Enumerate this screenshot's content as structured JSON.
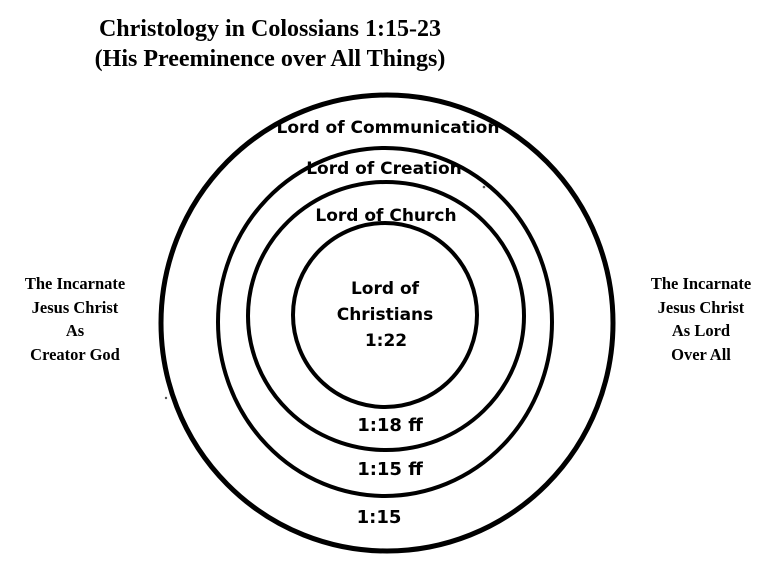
{
  "title": {
    "line1": "Christology in Colossians 1:15-23",
    "line2": "(His Preeminence over All Things)"
  },
  "left_note": {
    "lines": [
      "The Incarnate",
      "Jesus Christ",
      "As",
      "Creator God"
    ]
  },
  "right_note": {
    "lines": [
      "The Incarnate",
      "Jesus Christ",
      "As Lord",
      "Over All"
    ]
  },
  "rings": {
    "outer": {
      "label": "Lord of Communication",
      "reference": "1:15"
    },
    "second": {
      "label": "Lord of Creation",
      "reference": "1:15 ff"
    },
    "third": {
      "label": "Lord of Church",
      "reference": "1:18 ff"
    },
    "inner": {
      "label_line1": "Lord of",
      "label_line2": "Christians",
      "reference": "1:22"
    }
  },
  "colors": {
    "ink": "#000000",
    "background": "#ffffff"
  }
}
